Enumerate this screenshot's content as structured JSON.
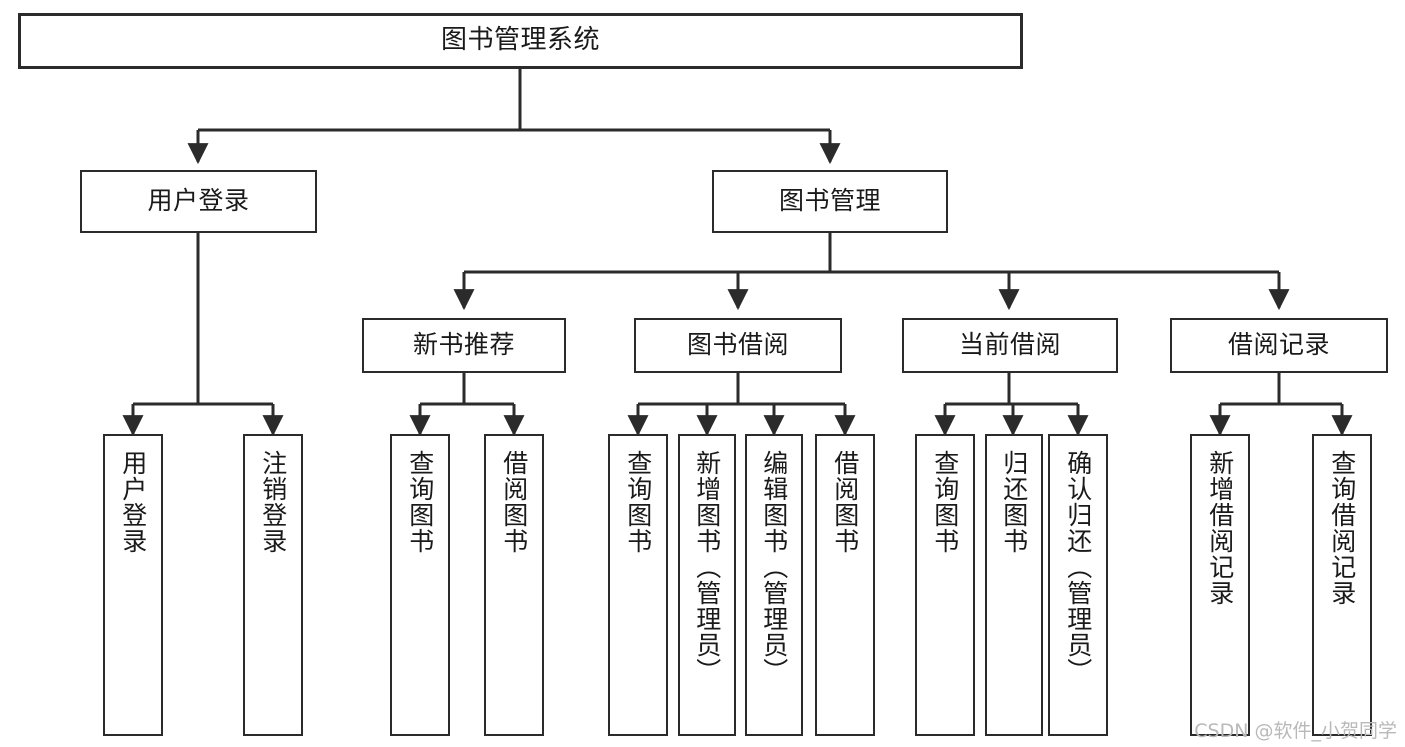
{
  "diagram": {
    "type": "tree",
    "title": "图书管理系统",
    "orientation": "top-down",
    "watermark": "CSDN @软件_小贺同学",
    "colors": {
      "background": "#ffffff",
      "border": "#2b2b2b",
      "text": "#1a1a1a",
      "connector": "#2b2b2b",
      "watermark": "#b9b9b9"
    },
    "nodes": {
      "root": {
        "label": "图书管理系统"
      },
      "level1": [
        {
          "id": "user-login",
          "label": "用户登录"
        },
        {
          "id": "book-management",
          "label": "图书管理"
        }
      ],
      "level2": [
        {
          "id": "new-book-recommend",
          "label": "新书推荐",
          "parent": "book-management"
        },
        {
          "id": "book-borrow",
          "label": "图书借阅",
          "parent": "book-management"
        },
        {
          "id": "current-borrow",
          "label": "当前借阅",
          "parent": "book-management"
        },
        {
          "id": "borrow-record",
          "label": "借阅记录",
          "parent": "book-management"
        }
      ],
      "leaves": [
        {
          "id": "leaf-user-login",
          "label": "用户登录",
          "parent": "user-login"
        },
        {
          "id": "leaf-logout-login",
          "label": "注销登录",
          "parent": "user-login"
        },
        {
          "id": "leaf-query-book-1",
          "label": "查询图书",
          "parent": "new-book-recommend"
        },
        {
          "id": "leaf-borrow-book-1",
          "label": "借阅图书",
          "parent": "new-book-recommend"
        },
        {
          "id": "leaf-query-book-2",
          "label": "查询图书",
          "parent": "book-borrow"
        },
        {
          "id": "leaf-add-book",
          "label": "新增图书（管理员）",
          "parent": "book-borrow"
        },
        {
          "id": "leaf-edit-book",
          "label": "编辑图书（管理员）",
          "parent": "book-borrow"
        },
        {
          "id": "leaf-borrow-book-2",
          "label": "借阅图书",
          "parent": "book-borrow"
        },
        {
          "id": "leaf-query-book-3",
          "label": "查询图书",
          "parent": "current-borrow"
        },
        {
          "id": "leaf-return-book",
          "label": "归还图书",
          "parent": "current-borrow"
        },
        {
          "id": "leaf-confirm-return",
          "label": "确认归还（管理员）",
          "parent": "current-borrow"
        },
        {
          "id": "leaf-add-record",
          "label": "新增借阅记录",
          "parent": "borrow-record"
        },
        {
          "id": "leaf-query-record",
          "label": "查询借阅记录",
          "parent": "borrow-record"
        }
      ]
    }
  }
}
